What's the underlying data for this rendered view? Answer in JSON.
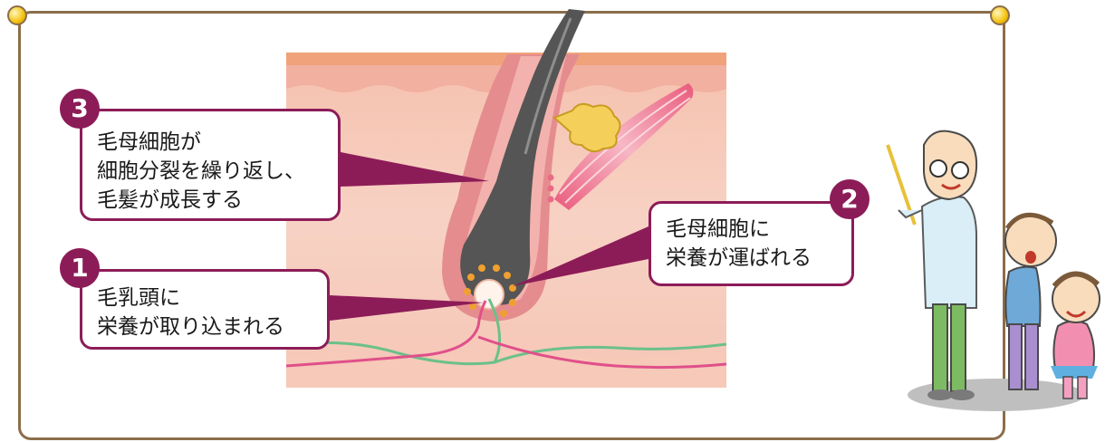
{
  "callouts": [
    {
      "number": "3",
      "lines": [
        "毛母細胞が",
        "細胞分裂を繰り返し、",
        "毛髪が成長する"
      ]
    },
    {
      "number": "1",
      "lines": [
        "毛乳頭に",
        "栄養が取り込まれる"
      ]
    },
    {
      "number": "2",
      "lines": [
        "毛母細胞に",
        "栄養が運ばれる"
      ]
    }
  ],
  "colors": {
    "accent": "#8c1c58",
    "frame": "#8b6e4a",
    "skin": "#f4cbbd",
    "hair": "#555555",
    "artery": "#e0508a",
    "vein": "#6cc08a",
    "papilla_dots": "#f0a030"
  }
}
